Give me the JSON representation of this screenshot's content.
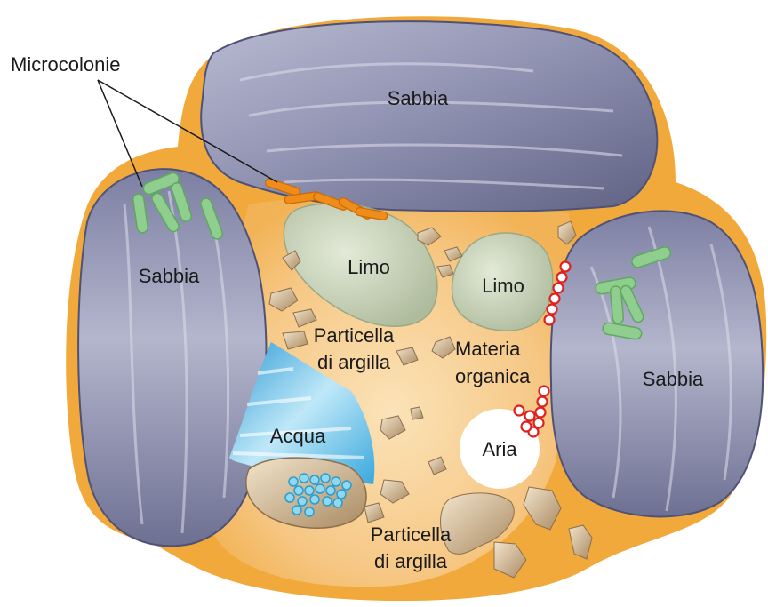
{
  "labels": {
    "microcolonies": "Microcolonie",
    "sand_top": "Sabbia",
    "sand_left": "Sabbia",
    "sand_right": "Sabbia",
    "silt_left": "Limo",
    "silt_right": "Limo",
    "clay_upper_line1": "Particella",
    "clay_upper_line2": "di argilla",
    "organic_line1": "Materia",
    "organic_line2": "organica",
    "water": "Acqua",
    "air": "Aria",
    "clay_lower_line1": "Particella",
    "clay_lower_line2": "di argilla"
  },
  "colors": {
    "soil_matrix": "#f2a93b",
    "matrix_fill": "#f6c784",
    "sand": "#8e90b0",
    "sand_dark": "#5f6283",
    "silt": "#c9d3b8",
    "bacteria_green": "#8fce8f",
    "bacteria_orange": "#f08c1a",
    "clay": "#d9c2a0",
    "water": "#5fc0e8",
    "organic_red": "#e02020",
    "air": "#ffffff"
  },
  "icons": [
    "bacteria-rod-icon",
    "organic-chain-icon",
    "water-microbe-icon"
  ]
}
